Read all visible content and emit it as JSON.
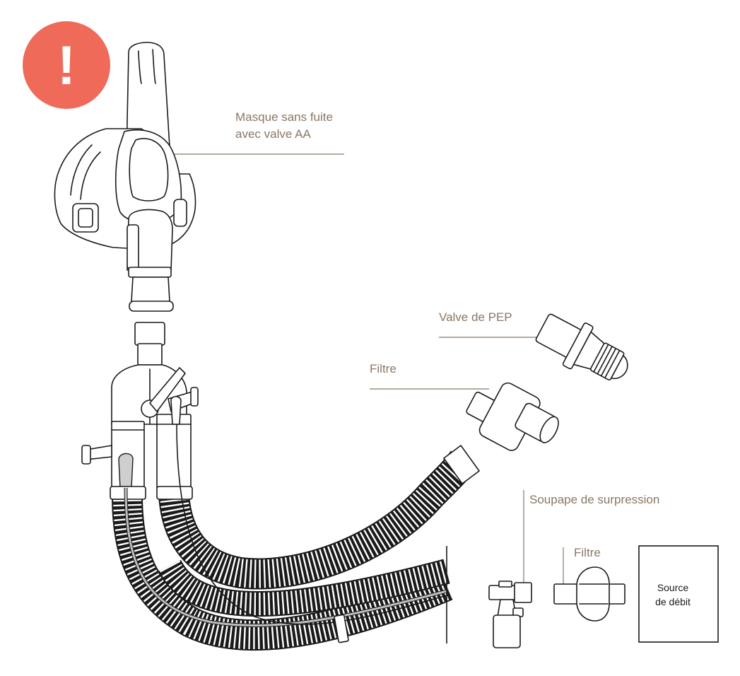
{
  "alert": {
    "glyph": "!",
    "color": "#f06a5a"
  },
  "colors": {
    "label": "#8a7764",
    "line": "#1a1a1a"
  },
  "labels": {
    "mask_line1": "Masque sans fuite",
    "mask_line2": "avec valve AA",
    "peep_valve": "Valve de PEP",
    "filter_top": "Filtre",
    "relief_valve": "Soupape de surpression",
    "filter_bottom": "Filtre",
    "flow_source_line1": "Source",
    "flow_source_line2": "de débit"
  }
}
